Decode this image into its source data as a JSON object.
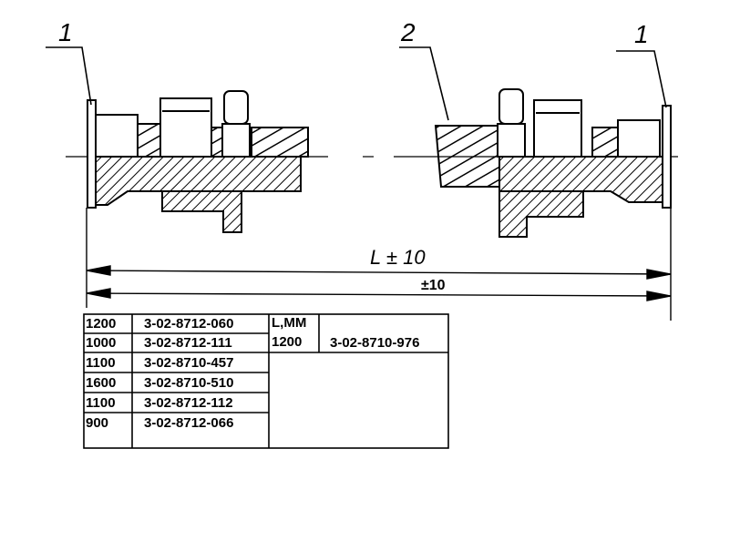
{
  "callouts": {
    "left": "1",
    "middle": "2",
    "right": "1"
  },
  "dimensions": {
    "overall": "L ± 10",
    "second_prefix": "±10"
  },
  "table": {
    "left_rows": [
      {
        "length": "1200",
        "code": "3-02-8712-060"
      },
      {
        "length": "1000",
        "code": "3-02-8712-111"
      },
      {
        "length": "1100",
        "code": "3-02-8710-457"
      },
      {
        "length": "1600",
        "code": "3-02-8710-510"
      },
      {
        "length": "1100",
        "code": "3-02-8712-112"
      },
      {
        "length": "900",
        "code": "3-02-8712-066"
      }
    ],
    "right_header": "L,MM",
    "right_row": {
      "length": "1200",
      "code": "3-02-8710-976"
    }
  },
  "colors": {
    "ink": "#000000",
    "paper": "#ffffff"
  }
}
